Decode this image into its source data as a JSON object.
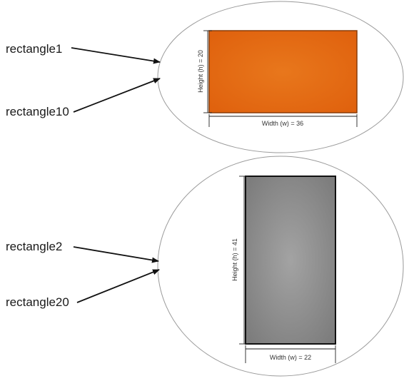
{
  "groups": [
    {
      "references": [
        "rectangle1",
        "rectangle10"
      ],
      "rectangle": {
        "width_label": "Width (w) = 36",
        "height_label": "Height (h) = 20",
        "fill_color": "#e0620e",
        "fill_highlight": "#e8771c",
        "stroke_color": "#8a3c08"
      }
    },
    {
      "references": [
        "rectangle2",
        "rectangle20"
      ],
      "rectangle": {
        "width_label": "Width (w) = 22",
        "height_label": "Height (h) = 41",
        "fill_color": "#7d7d7d",
        "fill_highlight": "#a3a3a3",
        "stroke_color": "#111111"
      }
    }
  ],
  "colors": {
    "bubble_outline": "#9a9a9a",
    "arrow": "#111111",
    "text": "#1a1a1a"
  }
}
